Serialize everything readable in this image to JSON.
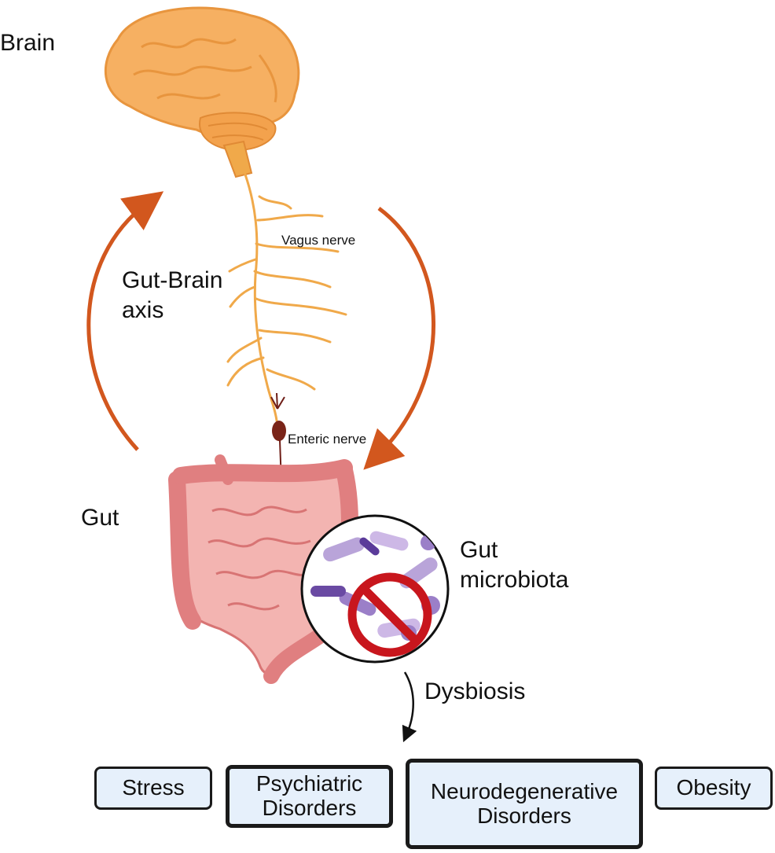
{
  "labels": {
    "brain": "Brain",
    "gut": "Gut",
    "axis_line1": "Gut-Brain",
    "axis_line2": "axis",
    "vagus": "Vagus nerve",
    "enteric": "Enteric nerve",
    "microbiota_line1": "Gut",
    "microbiota_line2": "microbiota",
    "dysbiosis": "Dysbiosis"
  },
  "outcomes": [
    {
      "label": "Stress"
    },
    {
      "label": "Psychiatric\nDisorders"
    },
    {
      "label": "Neurodegenerative\nDisorders"
    },
    {
      "label": "Obesity"
    }
  ],
  "colors": {
    "arrow": "#d2571e",
    "brain": "#f6b062",
    "nerve": "#f0a94a",
    "intestine": "#ee9a98",
    "colon": "#e07f80",
    "box_fill": "#e6f0fb",
    "prohibit": "#c8161d",
    "bacteria": "#b9a4d9"
  },
  "icons": [
    "brain-icon",
    "nerve-icon",
    "neuron-icon",
    "intestine-icon",
    "bacteria-icon",
    "prohibit-icon"
  ]
}
